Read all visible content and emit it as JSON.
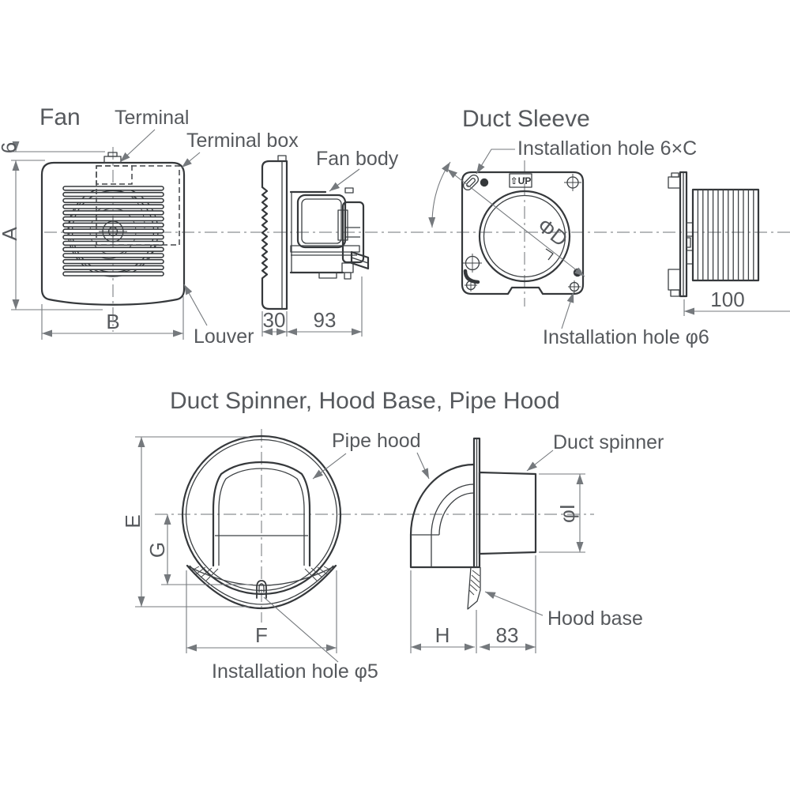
{
  "drawing": {
    "fan": {
      "title": "Fan",
      "labels": {
        "terminal": "Terminal",
        "terminal_box": "Terminal box",
        "fan_body": "Fan body",
        "louver": "Louver"
      },
      "dims": {
        "terminal_height": "6",
        "height": "A",
        "width": "B",
        "louver_depth": "30",
        "body_depth": "93"
      }
    },
    "duct_sleeve": {
      "title": "Duct Sleeve",
      "labels": {
        "hole_top": "Installation hole 6×C",
        "hole_bottom": "Installation hole φ6",
        "up": "⇧UP"
      },
      "dims": {
        "bore": "ΦD",
        "length": "100"
      }
    },
    "hood": {
      "title": "Duct Spinner, Hood Base, Pipe Hood",
      "labels": {
        "pipe_hood": "Pipe hood",
        "duct_spinner": "Duct spinner",
        "hood_base": "Hood base",
        "hole": "Installation hole φ5"
      },
      "dims": {
        "height": "E",
        "base_drop": "G",
        "width": "F",
        "hood_depth": "H",
        "spinner_length": "83",
        "spinner_dia": "φI"
      }
    }
  },
  "colors": {
    "outline": "#35383b",
    "detail": "#3c4043",
    "dimension": "#75797d",
    "text": "#56595d",
    "background": "#ffffff"
  }
}
